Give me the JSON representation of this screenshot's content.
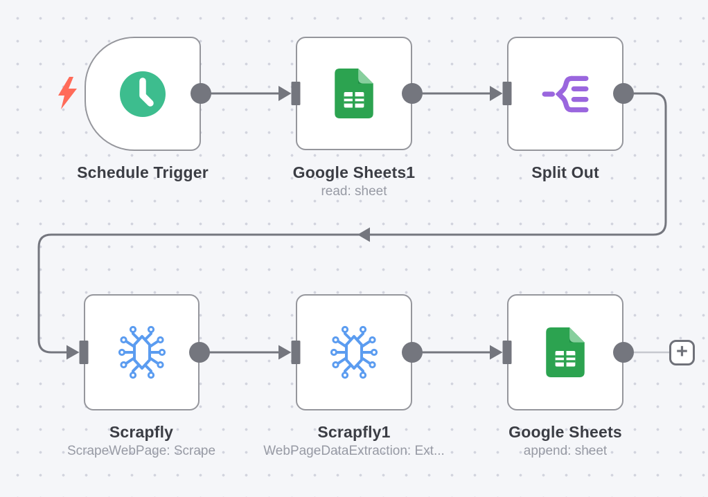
{
  "app": "n8n-workflow-canvas",
  "colors": {
    "canvas_bg": "#f5f6f9",
    "grid_dot": "#d2d4de",
    "node_border": "#95969c",
    "connector_gray": "#74767e",
    "faint_wire_gray": "#c6c8cf",
    "title_text": "#3b3d44",
    "subtitle_text": "#979aa4",
    "trigger_bolt_red": "#ff6b59",
    "clock_green": "#3dbd8e",
    "sheets_green": "#2ca350",
    "sheets_fold_light": "#87cf9d",
    "sheets_fold_dark": "#1e8a44",
    "split_out_purple": "#9a66de",
    "scrapfly_blue": "#5b9cf0"
  },
  "nodes": [
    {
      "id": "schedule-trigger",
      "title": "Schedule Trigger",
      "subtitle": "",
      "icon": "clock-icon",
      "shape": "trigger"
    },
    {
      "id": "google-sheets1",
      "title": "Google Sheets1",
      "subtitle": "read: sheet",
      "icon": "google-sheets-icon",
      "shape": "square"
    },
    {
      "id": "split-out",
      "title": "Split Out",
      "subtitle": "",
      "icon": "split-out-icon",
      "shape": "square"
    },
    {
      "id": "scrapfly",
      "title": "Scrapfly",
      "subtitle": "ScrapeWebPage: Scrape",
      "icon": "scrapfly-bug-icon",
      "shape": "square"
    },
    {
      "id": "scrapfly1",
      "title": "Scrapfly1",
      "subtitle": "WebPageDataExtraction: Ext...",
      "icon": "scrapfly-bug-icon",
      "shape": "square"
    },
    {
      "id": "google-sheets",
      "title": "Google Sheets",
      "subtitle": "append: sheet",
      "icon": "google-sheets-icon",
      "shape": "square"
    }
  ],
  "connections": [
    {
      "from": "Schedule Trigger",
      "to": "Google Sheets1"
    },
    {
      "from": "Google Sheets1",
      "to": "Split Out"
    },
    {
      "from": "Split Out",
      "to": "Scrapfly"
    },
    {
      "from": "Scrapfly",
      "to": "Scrapfly1"
    },
    {
      "from": "Scrapfly1",
      "to": "Google Sheets"
    },
    {
      "from": "Google Sheets",
      "to": "add-node-button"
    }
  ],
  "add_button": {
    "label": "+"
  }
}
